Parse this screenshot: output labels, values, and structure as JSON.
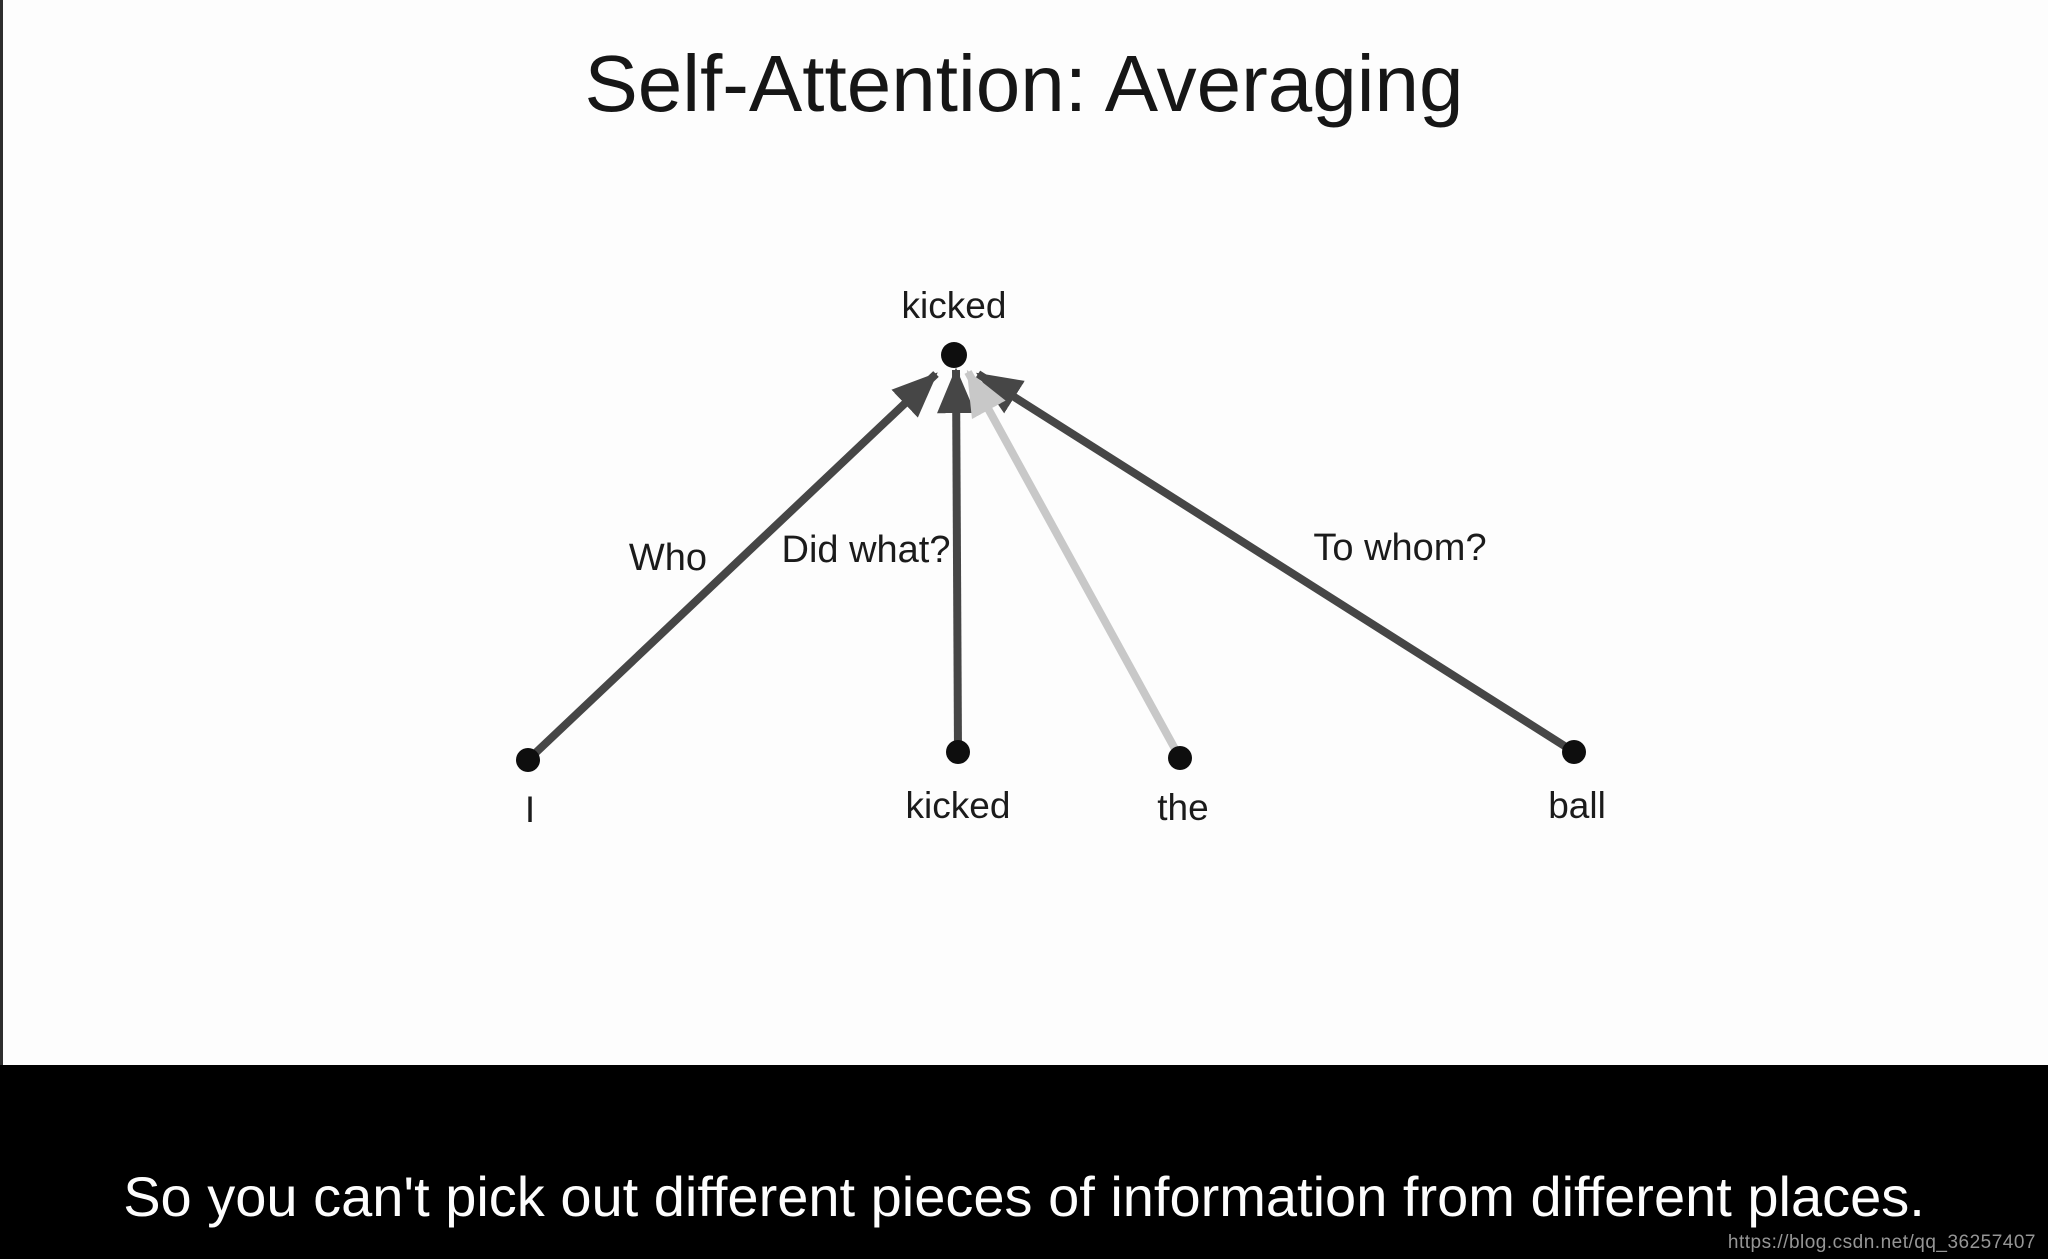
{
  "slide": {
    "title": "Self-Attention: Averaging"
  },
  "diagram": {
    "output_node": {
      "label": "kicked"
    },
    "input_nodes": [
      {
        "label": "I"
      },
      {
        "label": "kicked"
      },
      {
        "label": "the"
      },
      {
        "label": "ball"
      }
    ],
    "edge_labels": [
      {
        "label": "Who"
      },
      {
        "label": "Did what?"
      },
      {
        "label": "To whom?"
      }
    ],
    "colors": {
      "edge_dark": "#464646",
      "edge_light": "#c8c8c8",
      "node_dot": "#0e0e0e"
    }
  },
  "caption": {
    "text": "So you can't pick out different pieces of information from different places."
  },
  "watermark": {
    "url": "https://blog.csdn.net/qq_36257407"
  }
}
